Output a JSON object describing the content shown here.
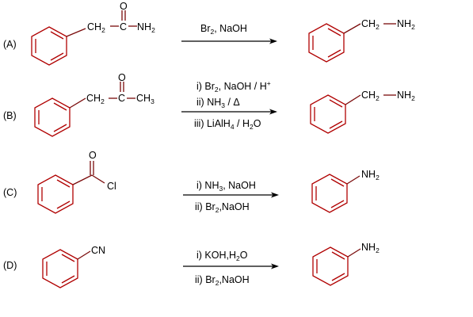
{
  "colors": {
    "ring": "#b00000",
    "bond": "#7a0b0b",
    "text": "#000000",
    "background": "#ffffff"
  },
  "options": [
    {
      "label": "(A)",
      "reactant": {
        "group1": "CH",
        "sub1": "2",
        "carbon": "C",
        "group2": "NH",
        "sub2": "2",
        "atom_top": "O"
      },
      "reagents": [
        {
          "t1": "Br",
          "s1": "2",
          "t2": ", NaOH"
        }
      ],
      "product": {
        "g1": "CH",
        "s1": "2",
        "g2": "NH",
        "s2": "2"
      }
    },
    {
      "label": "(B)",
      "reactant": {
        "group1": "CH",
        "sub1": "2",
        "carbon": "C",
        "group2": "CH",
        "sub2": "3",
        "atom_top": "O"
      },
      "reagents": [
        {
          "t1": "i) Br",
          "s1": "2",
          "t2": ", NaOH / H",
          "sup": "+"
        },
        {
          "t1": "ii) NH",
          "s1": "3",
          "t2": " / Δ"
        },
        {
          "t1": "iii) LiAlH",
          "s1": "4",
          "t2": " / H",
          "s2": "2",
          "t3": "O"
        }
      ],
      "product": {
        "g1": "CH",
        "s1": "2",
        "g2": "NH",
        "s2": "2"
      }
    },
    {
      "label": "(C)",
      "reactant": {
        "atom_top": "O",
        "atom_side": "Cl"
      },
      "reagents": [
        {
          "t1": "i) NH",
          "s1": "3",
          "t2": ", NaOH"
        },
        {
          "t1": "ii) Br",
          "s1": "2",
          "t2": ",NaOH"
        }
      ],
      "product": {
        "g": "NH",
        "s": "2"
      }
    },
    {
      "label": "(D)",
      "reactant": {
        "group": "CN"
      },
      "reagents": [
        {
          "t1": "i) KOH,H",
          "s1": "2",
          "t2": "O"
        },
        {
          "t1": "ii) Br",
          "s1": "2",
          "t2": ",NaOH"
        }
      ],
      "product": {
        "g": "NH",
        "s": "2"
      }
    }
  ]
}
